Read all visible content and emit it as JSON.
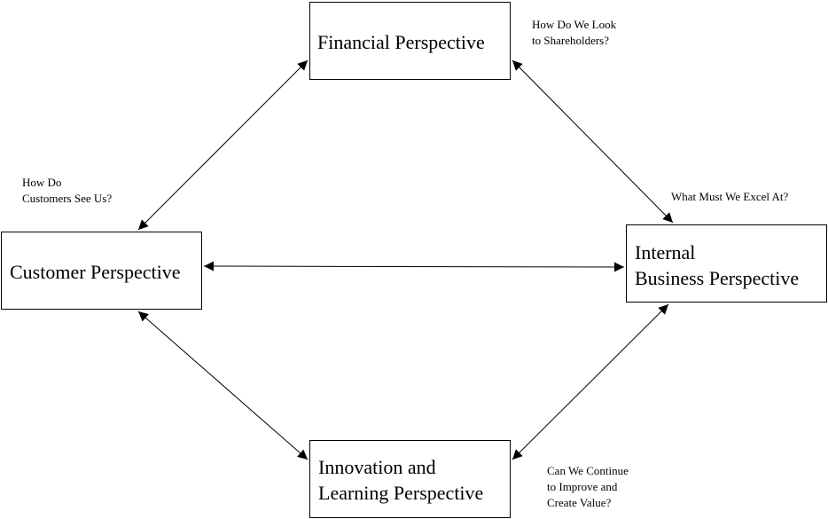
{
  "diagram": {
    "boxes": {
      "financial": {
        "lines": [
          "Financial Perspective"
        ]
      },
      "customer": {
        "lines": [
          "Customer Perspective"
        ]
      },
      "internal": {
        "lines": [
          "Internal",
          "Business Perspective"
        ]
      },
      "innovation": {
        "lines": [
          "Innovation and",
          "Learning Perspective"
        ]
      }
    },
    "notes": {
      "shareholders": [
        "How Do We Look",
        "to Shareholders?"
      ],
      "customers": [
        "How Do",
        "Customers See Us?"
      ],
      "excel": [
        "What Must We Excel At?"
      ],
      "improve": [
        "Can We Continue",
        "to Improve and",
        "Create Value?"
      ]
    },
    "connections": [
      {
        "from": "customer",
        "to": "financial",
        "arrows": "both"
      },
      {
        "from": "financial",
        "to": "internal",
        "arrows": "both"
      },
      {
        "from": "customer",
        "to": "internal",
        "arrows": "both"
      },
      {
        "from": "customer",
        "to": "innovation",
        "arrows": "both"
      },
      {
        "from": "innovation",
        "to": "internal",
        "arrows": "both"
      }
    ],
    "line_color": "#000000",
    "background_color": "#ffffff"
  }
}
